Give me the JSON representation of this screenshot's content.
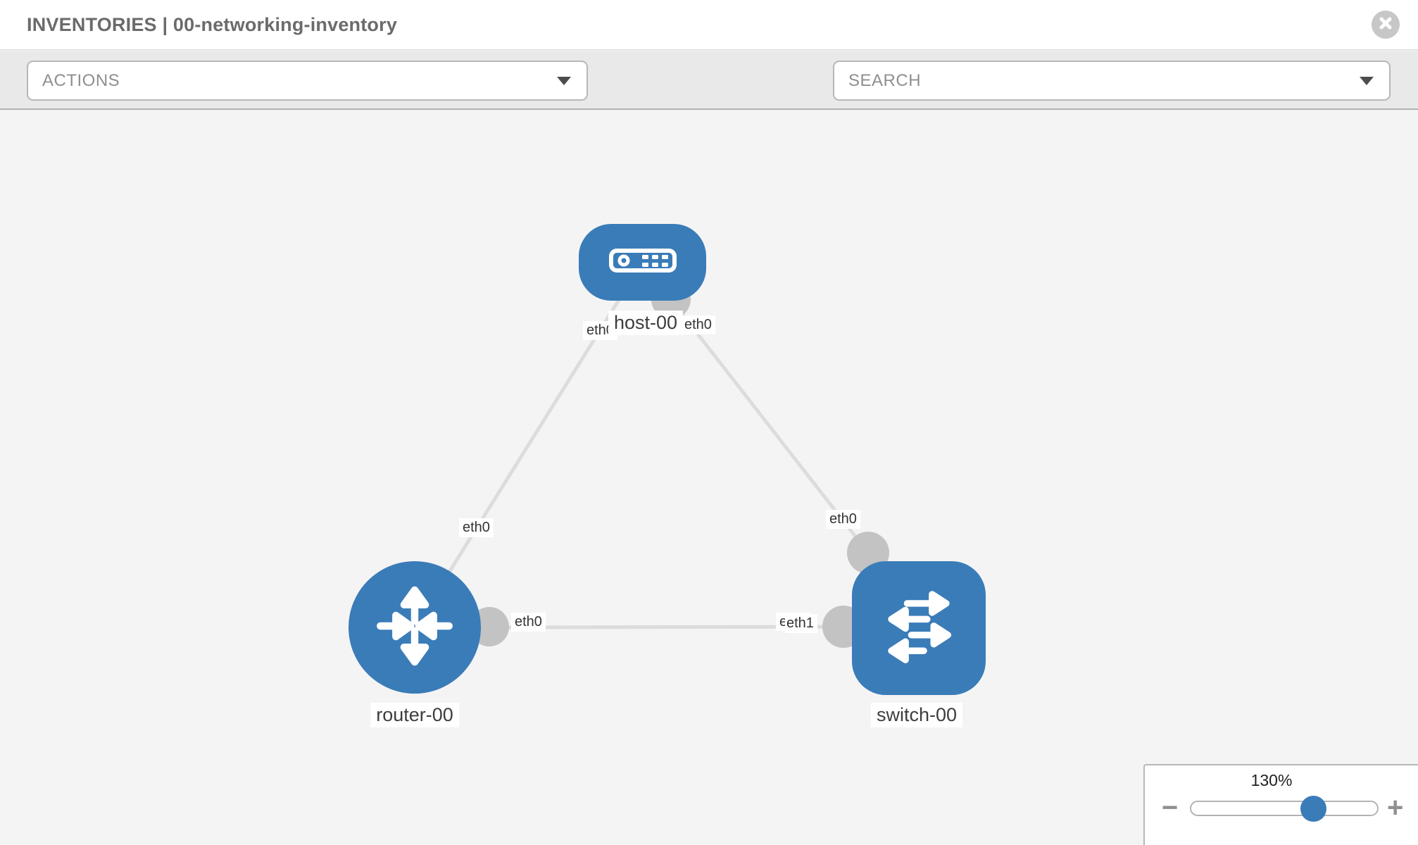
{
  "header": {
    "title": "INVENTORIES | 00-networking-inventory"
  },
  "toolbar": {
    "actions_label": "ACTIONS",
    "search_placeholder": "SEARCH"
  },
  "zoom_control": {
    "value": "130%",
    "minus": "−",
    "plus": "+"
  },
  "colors": {
    "node_blue": "#3a7cb8",
    "link_gray": "#dcdcdc",
    "interface_dot_gray": "#c3c3c3",
    "toolbar_bg": "#e9e9e9",
    "canvas_bg": "#f5f4f4"
  },
  "topology": {
    "nodes": [
      {
        "id": "host-00",
        "type": "host",
        "label": "host-00"
      },
      {
        "id": "router-00",
        "type": "router",
        "label": "router-00"
      },
      {
        "id": "switch-00",
        "type": "switch",
        "label": "switch-00"
      }
    ],
    "links": [
      {
        "from": "host-00",
        "to": "router-00",
        "from_interface": "eth0",
        "to_interface": "eth0"
      },
      {
        "from": "host-00",
        "to": "switch-00",
        "from_interface": "eth0",
        "to_interface": "eth0"
      },
      {
        "from": "router-00",
        "to": "switch-00",
        "from_interface": "eth0",
        "to_interface": "eth1"
      }
    ],
    "interface_labels": {
      "host_left": "eth0",
      "host_right": "eth0",
      "router_link_top": "eth0",
      "router_link_right": "eth0",
      "switch_link_top": "eth0",
      "switch_link_left_front": "eth1",
      "switch_link_left_back": "eth0"
    }
  }
}
